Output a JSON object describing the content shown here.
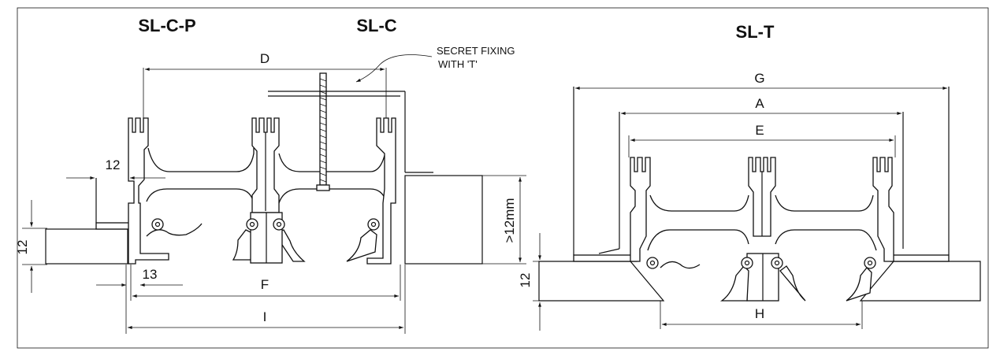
{
  "titles": {
    "left_a": "SL-C-P",
    "left_b": "SL-C",
    "right": "SL-T"
  },
  "note": {
    "line1": "SECRET FIXING",
    "line2": "WITH 'T'"
  },
  "dimensions": {
    "d": "D",
    "f": "F",
    "i": "I",
    "g": "G",
    "a": "A",
    "e": "E",
    "h": "H",
    "twelve_top": "12",
    "thirteen": "13",
    "twelve_left": "12",
    "twelve_right": "12",
    "gt12mm": ">12mm"
  },
  "colors": {
    "line": "#111111",
    "background": "#ffffff"
  }
}
